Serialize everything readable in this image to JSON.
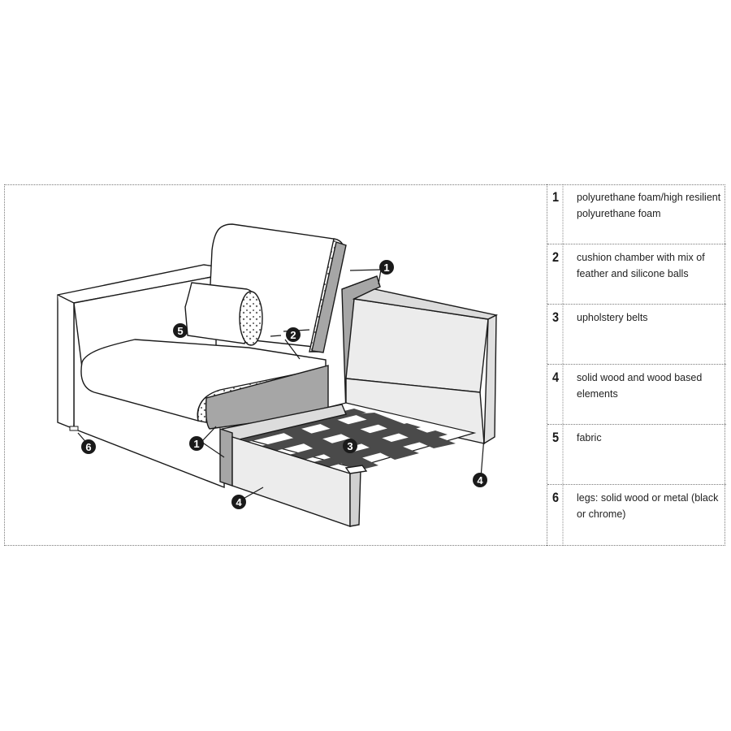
{
  "diagram": {
    "type": "exploded sofa module construction diagram",
    "colors": {
      "outline": "#1a1a1a",
      "foam": "#a6a6a6",
      "belts": "#4a4a4a",
      "wood": "#e8e8e8",
      "fabric": "#ffffff",
      "frame_border": "#7a7a7a"
    },
    "callouts": [
      {
        "number": "1",
        "label_ref": "polyurethane foam/high resilient polyurethane foam"
      },
      {
        "number": "1",
        "label_ref": "polyurethane foam/high resilient polyurethane foam"
      },
      {
        "number": "2",
        "label_ref": "cushion chamber with mix of feather and silicone balls"
      },
      {
        "number": "3",
        "label_ref": "upholstery belts"
      },
      {
        "number": "4",
        "label_ref": "solid wood and wood based elements"
      },
      {
        "number": "4",
        "label_ref": "solid wood and wood based elements"
      },
      {
        "number": "5",
        "label_ref": "fabric"
      },
      {
        "number": "6",
        "label_ref": "legs: solid wood or metal (black or chrome)"
      }
    ]
  },
  "legend": {
    "items": [
      {
        "number": "1",
        "text": "polyurethane foam/high resilient polyurethane foam"
      },
      {
        "number": "2",
        "text": "cushion chamber with mix of feather and silicone balls"
      },
      {
        "number": "3",
        "text": "upholstery belts"
      },
      {
        "number": "4",
        "text": "solid wood and wood based elements"
      },
      {
        "number": "5",
        "text": "fabric"
      },
      {
        "number": "6",
        "text": "legs: solid wood or metal (black or chrome)"
      }
    ]
  }
}
